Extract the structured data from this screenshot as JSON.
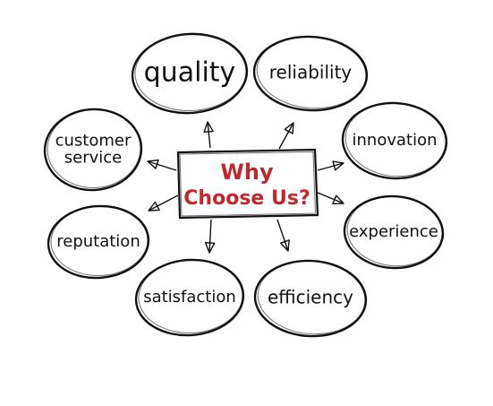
{
  "center": {
    "line1": "Why",
    "line2": "Choose Us?",
    "color": "#c0282d"
  },
  "nodes": [
    {
      "id": "quality",
      "lines": [
        "quality"
      ]
    },
    {
      "id": "reliability",
      "lines": [
        "reliability"
      ]
    },
    {
      "id": "customer-service",
      "lines": [
        "customer",
        "service"
      ]
    },
    {
      "id": "innovation",
      "lines": [
        "innovation"
      ]
    },
    {
      "id": "reputation",
      "lines": [
        "reputation"
      ]
    },
    {
      "id": "experience",
      "lines": [
        "experience"
      ]
    },
    {
      "id": "satisfaction",
      "lines": [
        "satisfaction"
      ]
    },
    {
      "id": "efficiency",
      "lines": [
        "efficiency"
      ]
    }
  ]
}
